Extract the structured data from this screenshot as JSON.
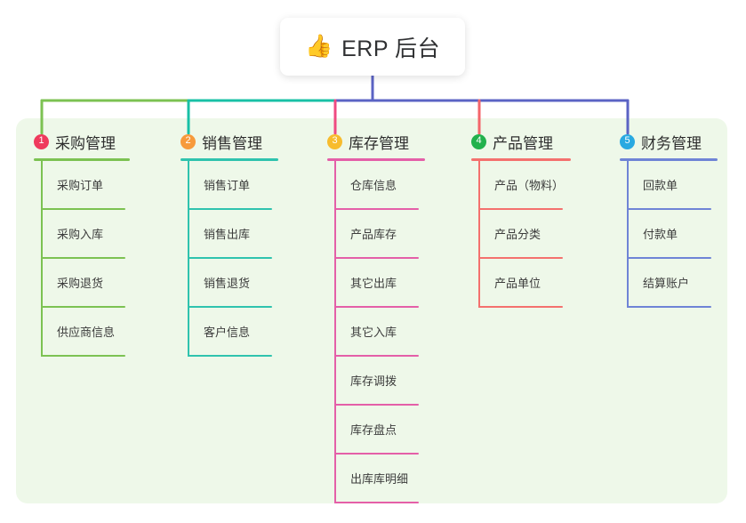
{
  "root": {
    "icon": "thumbs-up-icon",
    "emoji": "👍",
    "title": "ERP 后台"
  },
  "panel": {
    "background_color": "#eef8e9"
  },
  "connector": {
    "segments": [
      {
        "name": "branch-green",
        "color": "#7cc252"
      },
      {
        "name": "branch-teal",
        "color": "#18c0a6"
      },
      {
        "name": "branch-pink",
        "color": "#ef4a81"
      },
      {
        "name": "branch-red",
        "color": "#f4656a"
      },
      {
        "name": "branch-blue",
        "color": "#5b63c4"
      }
    ]
  },
  "columns": [
    {
      "number": "1",
      "title": "采购管理",
      "badge_color": "#ef3a5d",
      "line_color": "#7cc252",
      "items": [
        {
          "label": "采购订单"
        },
        {
          "label": "采购入库"
        },
        {
          "label": "采购退货"
        },
        {
          "label": "供应商信息"
        }
      ]
    },
    {
      "number": "2",
      "title": "销售管理",
      "badge_color": "#f79a3c",
      "line_color": "#2fc3ae",
      "items": [
        {
          "label": "销售订单"
        },
        {
          "label": "销售出库"
        },
        {
          "label": "销售退货"
        },
        {
          "label": "客户信息"
        }
      ]
    },
    {
      "number": "3",
      "title": "库存管理",
      "badge_color": "#f7bc2e",
      "line_color": "#e45fa8",
      "items": [
        {
          "label": "仓库信息"
        },
        {
          "label": "产品库存"
        },
        {
          "label": "其它出库"
        },
        {
          "label": "其它入库"
        },
        {
          "label": "库存调拨"
        },
        {
          "label": "库存盘点"
        },
        {
          "label": "出库库明细"
        }
      ]
    },
    {
      "number": "4",
      "title": "产品管理",
      "badge_color": "#22b14c",
      "line_color": "#f4716e",
      "items": [
        {
          "label": "产品（物料）"
        },
        {
          "label": "产品分类"
        },
        {
          "label": "产品单位"
        }
      ]
    },
    {
      "number": "5",
      "title": "财务管理",
      "badge_color": "#29a9e1",
      "line_color": "#6f84d6",
      "items": [
        {
          "label": "回款单"
        },
        {
          "label": "付款单"
        },
        {
          "label": "结算账户"
        }
      ]
    }
  ]
}
